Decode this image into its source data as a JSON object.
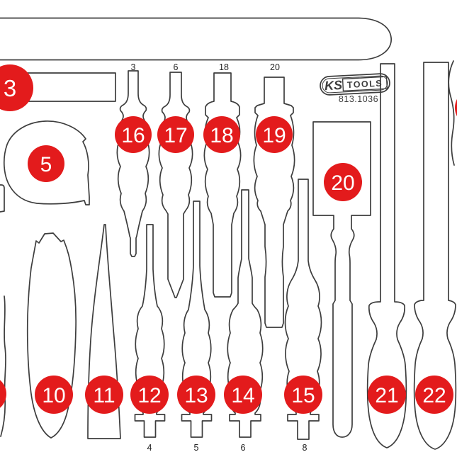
{
  "brand": {
    "logo_ks": "KS",
    "logo_tools": "TOOLS",
    "part_number": "813.1036"
  },
  "colors": {
    "accent_red": "#e31b1c",
    "outline": "#3d3d3d",
    "background": "#ffffff",
    "marker_text": "#ffffff"
  },
  "markers": [
    {
      "number": "3"
    },
    {
      "number": "5"
    },
    {
      "number": "16"
    },
    {
      "number": "17"
    },
    {
      "number": "18"
    },
    {
      "number": "19"
    },
    {
      "number": "20"
    },
    {
      "number": "10"
    },
    {
      "number": "11"
    },
    {
      "number": "12"
    },
    {
      "number": "13"
    },
    {
      "number": "14"
    },
    {
      "number": "15"
    },
    {
      "number": "21"
    },
    {
      "number": "22"
    }
  ],
  "size_labels_top": [
    {
      "text": "3"
    },
    {
      "text": "6"
    },
    {
      "text": "18"
    },
    {
      "text": "20"
    }
  ],
  "size_labels_bottom": [
    {
      "text": "4"
    },
    {
      "text": "5"
    },
    {
      "text": "6"
    },
    {
      "text": "8"
    }
  ]
}
